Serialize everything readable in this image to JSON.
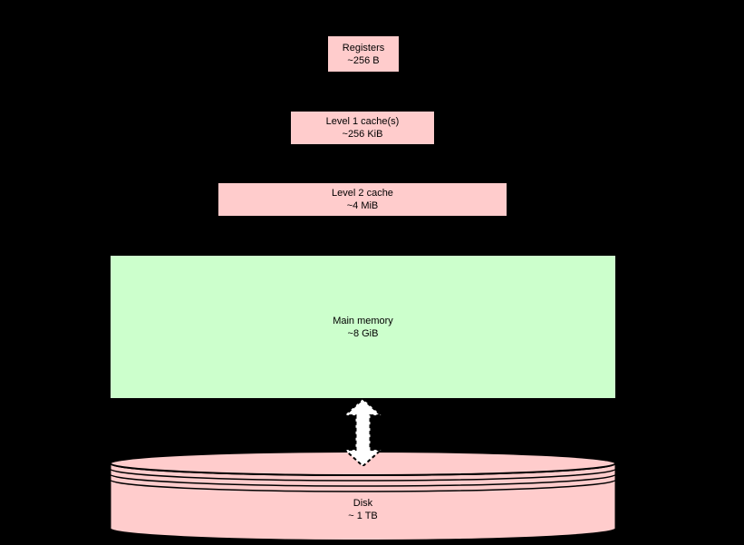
{
  "diagram": {
    "background": "#000000",
    "text_color": "#000000",
    "nodes": [
      {
        "id": "registers",
        "label": "Registers",
        "size": "~256 B",
        "fill": "#ffcccc"
      },
      {
        "id": "l1-cache",
        "label": "Level 1 cache(s)",
        "size": "~256 KiB",
        "fill": "#ffcccc"
      },
      {
        "id": "l2-cache",
        "label": "Level 2 cache",
        "size": "~4 MiB",
        "fill": "#ffcccc"
      },
      {
        "id": "main-memory",
        "label": "Main memory",
        "size": "~8 GiB",
        "fill": "#ccffcc"
      },
      {
        "id": "disk",
        "label": "Disk",
        "size": "~ 1 TB",
        "fill": "#ffcccc"
      }
    ],
    "arrow": {
      "meaning": "bidirectional transfer between main memory and disk",
      "color": "#ffffff"
    }
  }
}
